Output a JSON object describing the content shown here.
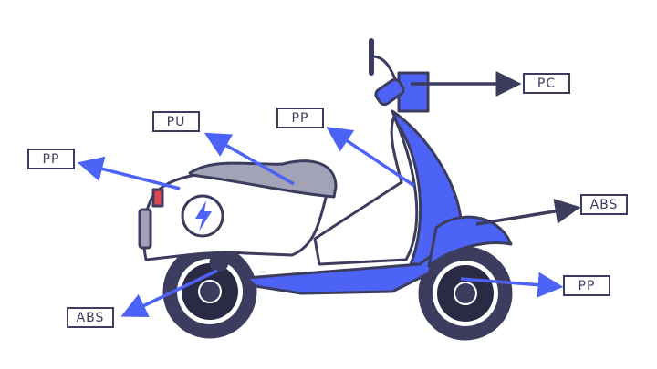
{
  "labels": {
    "pu_seat": "PU",
    "pp_leg_shield": "PP",
    "pp_rear_body": "PP",
    "pc_headlight": "PC",
    "abs_front_fender": "ABS",
    "pp_front_fork": "PP",
    "abs_rear_hub": "ABS"
  },
  "colors": {
    "accent": "#4c63f5",
    "outline": "#3c3c5e",
    "seat": "#a3a3b8",
    "tail_light": "#e0474c"
  },
  "icons": {
    "battery_badge": "lightning-bolt-icon"
  }
}
